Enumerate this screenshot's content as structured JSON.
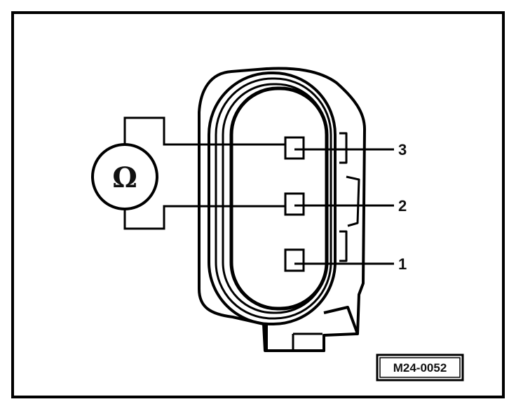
{
  "meter": {
    "symbol": "Ω",
    "icon": "ohmmeter-icon"
  },
  "pins": [
    {
      "label": "3"
    },
    {
      "label": "2"
    },
    {
      "label": "1"
    }
  ],
  "figure_code": "M24-0052"
}
